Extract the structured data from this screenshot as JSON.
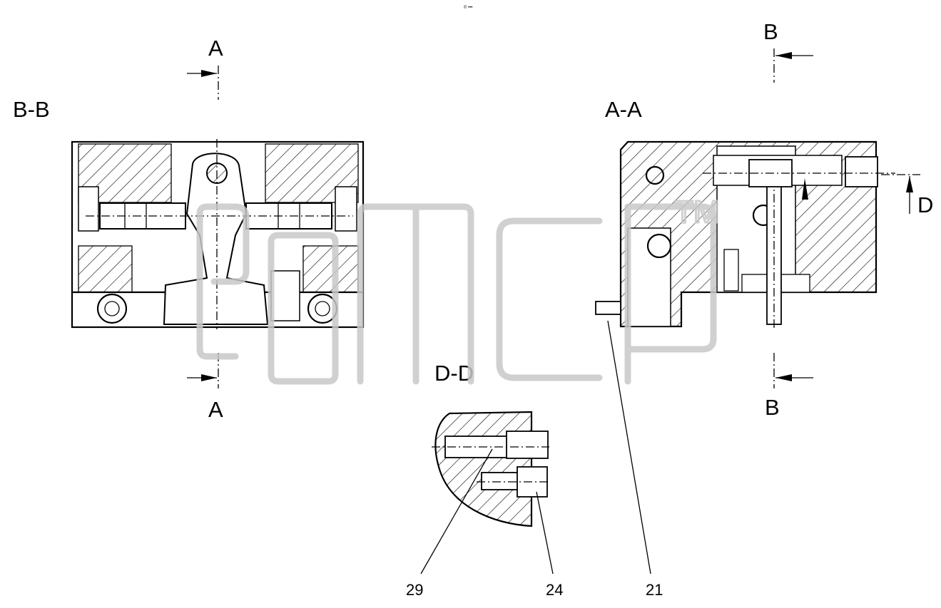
{
  "header": {
    "corner_mark": "© •••"
  },
  "views": {
    "bb": {
      "title": "B-B",
      "cut_top": "A",
      "cut_bottom": "A"
    },
    "aa": {
      "title": "A-A",
      "cut_top": "B",
      "cut_bottom": "B",
      "cut_side": "D"
    },
    "dd": {
      "title": "D-D"
    }
  },
  "callouts": [
    {
      "id": "29",
      "label": "29"
    },
    {
      "id": "24",
      "label": "24"
    },
    {
      "id": "21",
      "label": "21"
    }
  ],
  "watermark": {
    "text": "gmcp",
    "trademark": "TM",
    "color": "#c8c8c8"
  },
  "colors": {
    "line": "#000000",
    "background": "#ffffff",
    "watermark": "#c8c8c8"
  }
}
